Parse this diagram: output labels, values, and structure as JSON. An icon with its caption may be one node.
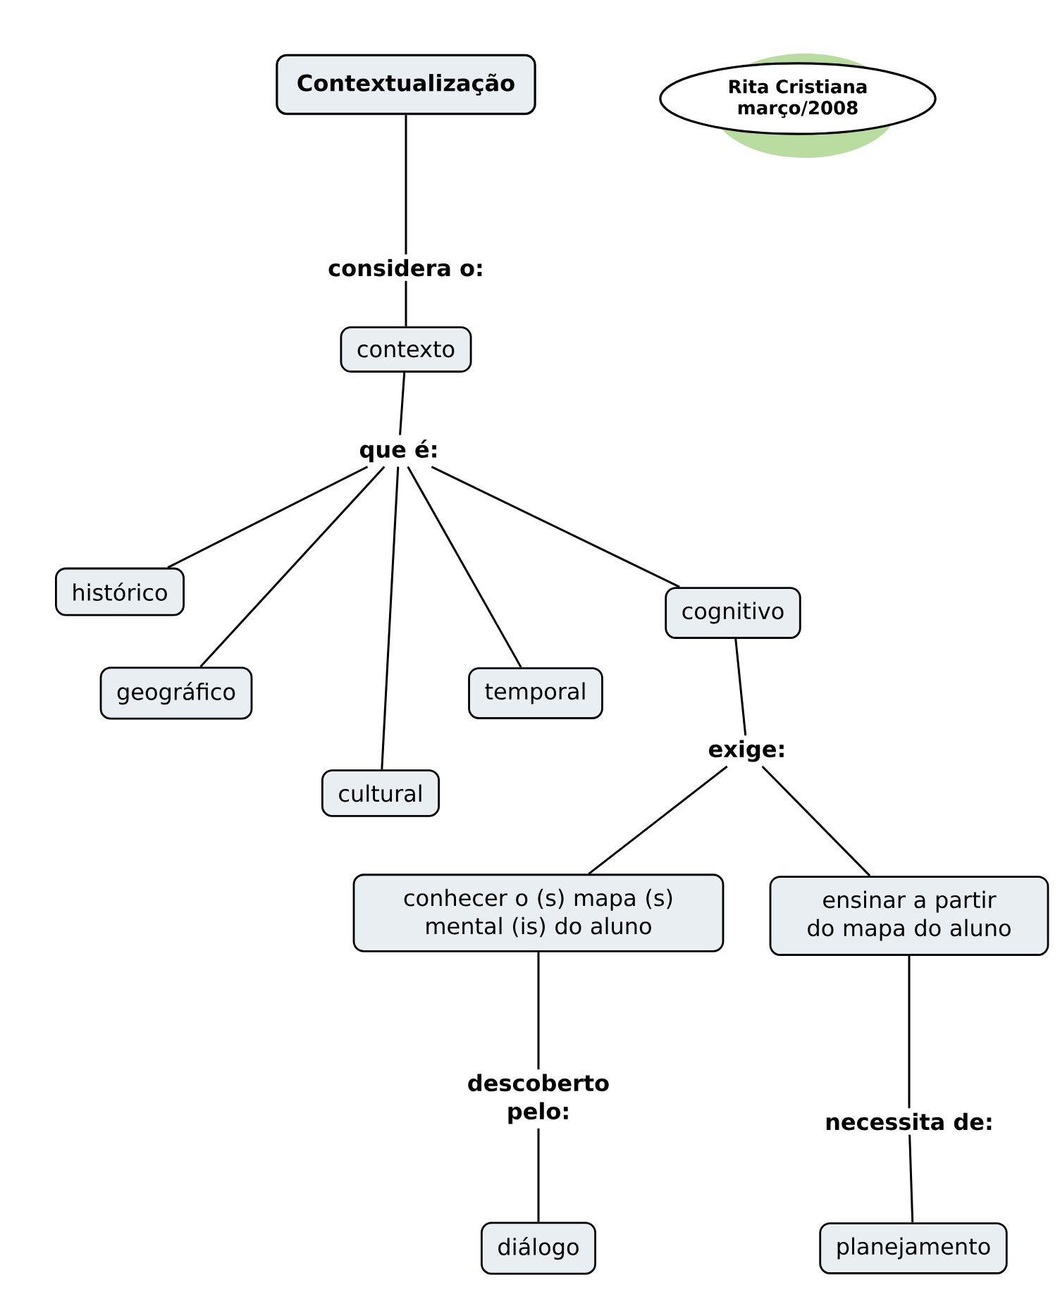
{
  "diagram": {
    "nodes": [
      {
        "text": [
          "Contextualização"
        ]
      },
      {
        "text": [
          "Rita Cristiana março/2008"
        ]
      },
      {
        "text": [
          "considera o:"
        ]
      },
      {
        "text": [
          "contexto"
        ]
      },
      {
        "text": [
          "que é:"
        ]
      },
      {
        "text": [
          "histórico"
        ]
      },
      {
        "text": [
          "geográfico"
        ]
      },
      {
        "text": [
          "cultural"
        ]
      },
      {
        "text": [
          "temporal"
        ]
      },
      {
        "text": [
          "cognitivo"
        ]
      },
      {
        "text": [
          "exige:"
        ]
      },
      {
        "text": [
          "conhecer o (s) mapa (s) mental (is) do aluno"
        ]
      },
      {
        "text": [
          "ensinar a partir do mapa do aluno"
        ]
      },
      {
        "text": [
          "descoberto pelo:"
        ]
      },
      {
        "text": [
          "diálogo"
        ]
      },
      {
        "text": [
          "necessita de:"
        ]
      },
      {
        "text": [
          "planejamento"
        ]
      }
    ],
    "edges": [
      {
        "from": 0,
        "to": 2,
        "arrow": "none"
      },
      {
        "from": 2,
        "to": 3,
        "arrow": "none"
      },
      {
        "from": 3,
        "to": 4,
        "arrow": "none"
      },
      {
        "from": 4,
        "to": 5,
        "arrow": "none"
      },
      {
        "from": 4,
        "to": 6,
        "arrow": "none"
      },
      {
        "from": 4,
        "to": 7,
        "arrow": "none"
      },
      {
        "from": 4,
        "to": 8,
        "arrow": "none"
      },
      {
        "from": 4,
        "to": 9,
        "arrow": "none"
      },
      {
        "from": 9,
        "to": 10,
        "arrow": "none"
      },
      {
        "from": 10,
        "to": 11,
        "arrow": "none"
      },
      {
        "from": 10,
        "to": 12,
        "arrow": "none"
      },
      {
        "from": 11,
        "to": 13,
        "arrow": "none"
      },
      {
        "from": 13,
        "to": 14,
        "arrow": "none"
      },
      {
        "from": 12,
        "to": 15,
        "arrow": "none"
      },
      {
        "from": 15,
        "to": 16,
        "arrow": "none"
      }
    ]
  }
}
